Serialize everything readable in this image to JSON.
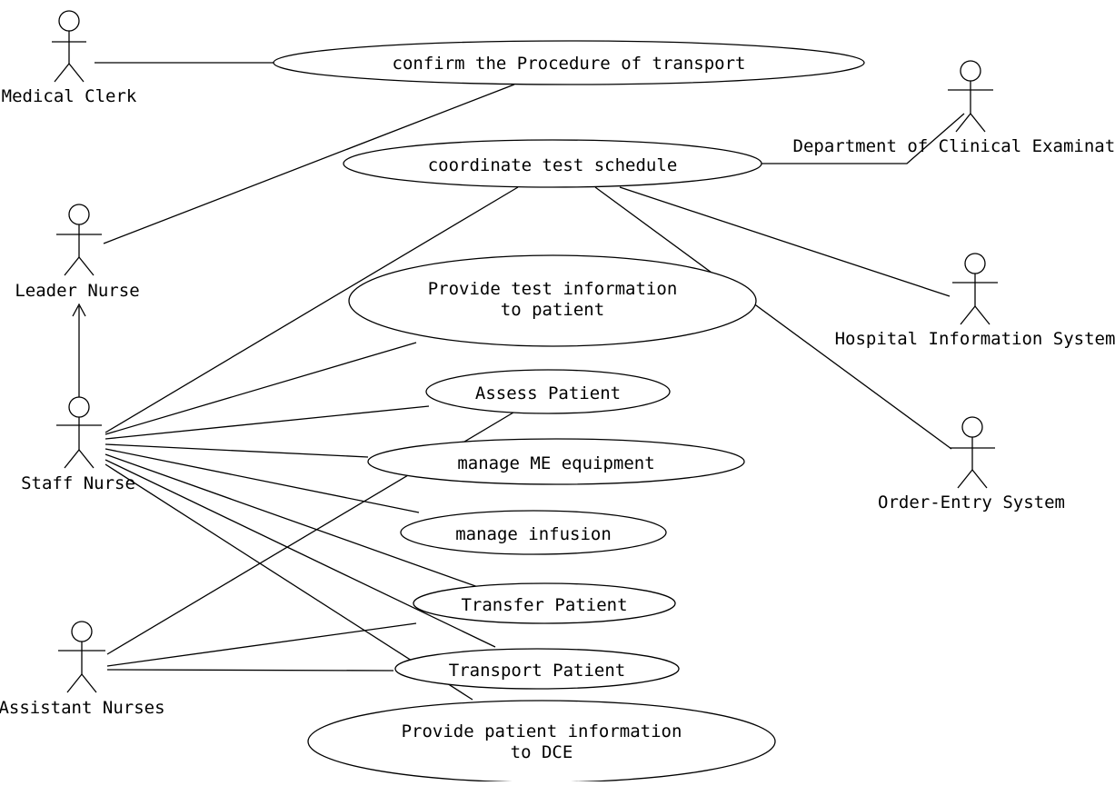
{
  "actors": {
    "medical_clerk": "Medical Clerk",
    "leader_nurse": "Leader Nurse",
    "staff_nurse": "Staff Nurse",
    "assistant_nurses": "Assistant Nurses",
    "dce": "Department of Clinical Examination",
    "his": "Hospital Information System",
    "oes": "Order-Entry System"
  },
  "use_cases": {
    "confirm_procedure": "confirm the Procedure of transport",
    "coordinate_schedule": "coordinate test schedule",
    "provide_test_info_1": "Provide test information",
    "provide_test_info_2": "to patient",
    "assess_patient": "Assess Patient",
    "manage_me": "manage ME equipment",
    "manage_infusion": "manage infusion",
    "transfer_patient": "Transfer Patient",
    "transport_patient": "Transport Patient",
    "provide_patient_info_1": "Provide patient information",
    "provide_patient_info_2": "to DCE"
  }
}
